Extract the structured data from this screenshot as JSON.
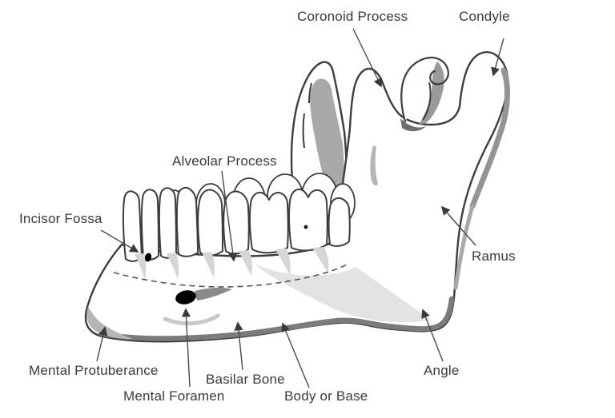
{
  "labels": {
    "coronoid_process": "Coronoid Process",
    "condyle": "Condyle",
    "alveolar_process": "Alveolar Process",
    "incisor_fossa": "Incisor Fossa",
    "ramus": "Ramus",
    "mental_protuberance": "Mental Protuberance",
    "mental_foramen": "Mental Foramen",
    "basilar_bone": "Basilar Bone",
    "body_or_base": "Body or Base",
    "angle": "Angle"
  },
  "colors": {
    "background": "#ffffff",
    "outline": "#3d3d3d",
    "label_text": "#3a3a3a",
    "shade_dark": "#8a8a8a",
    "shade_medium": "#a9a9a9",
    "shade_light": "#d6d6d6",
    "border_band": "#7b7b7b",
    "foramen": "#000000",
    "arrow": "#4a4a4a"
  }
}
